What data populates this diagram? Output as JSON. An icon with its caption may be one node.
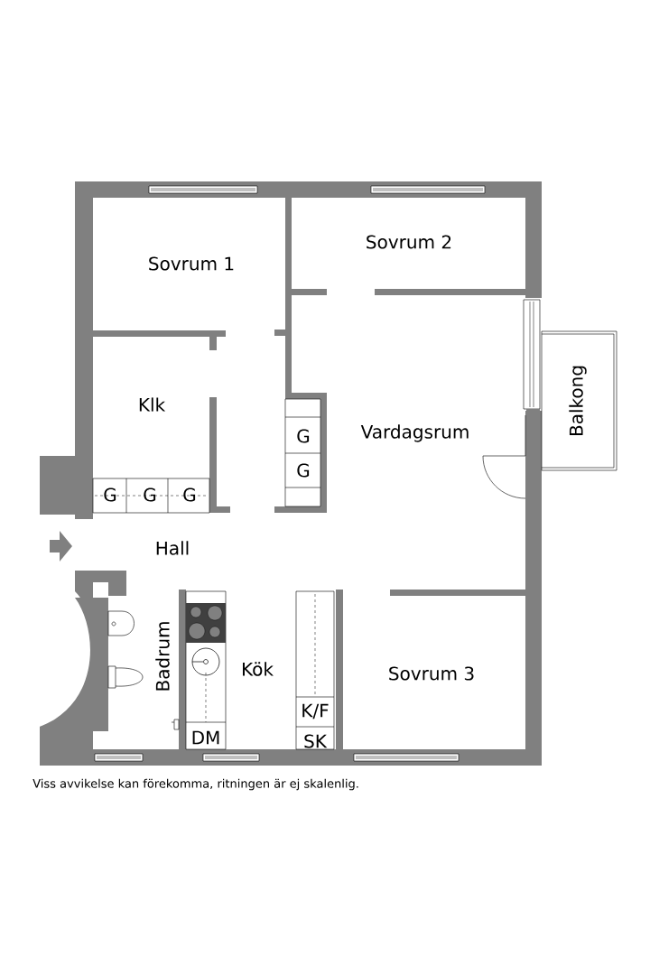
{
  "diagram": {
    "caption": "Viss avvikelse kan förekomma, ritningen är ej skalenlig.",
    "labels": [
      "Sovrum 2",
      "Sovrum 1",
      "Klk",
      "G",
      "Vardagsrum",
      "Balkong",
      "G",
      "G",
      "G",
      "G",
      "Hall",
      "Badrum",
      "Kök",
      "Sovrum 3",
      "K/F",
      "DM",
      "SK"
    ]
  }
}
